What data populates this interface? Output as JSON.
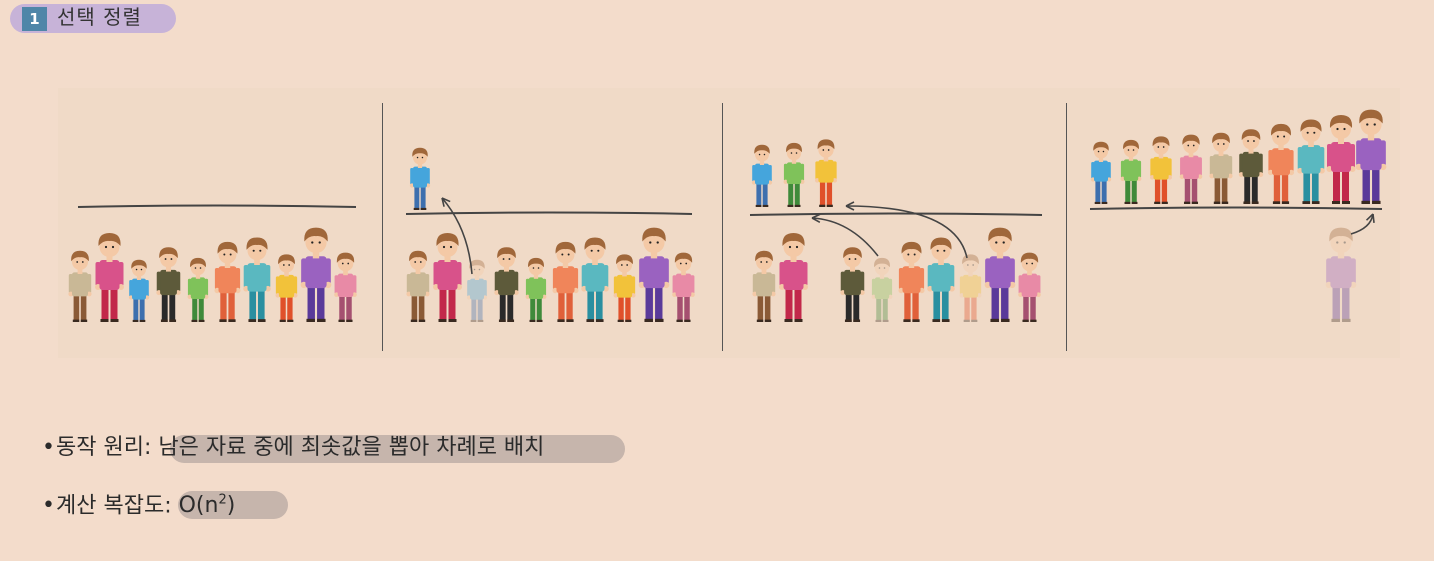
{
  "section": {
    "number": "1",
    "title": "선택 정렬"
  },
  "bullets": {
    "principle_label": "동작 원리:",
    "principle_text": "남은 자료 중에 최솟값을 뽑아 차례로 배치",
    "complexity_label": "계산 복잡도:",
    "complexity_base": "O(n",
    "complexity_exp": "2",
    "complexity_close": ")"
  },
  "colors": {
    "background": "#f3dccb",
    "tag": "#c7b3d8",
    "number_box": "#4f86a8",
    "highlight": "#c6b5ac",
    "hair": "#a0673a",
    "skin": "#f4c9a6"
  },
  "illustration": {
    "panel_count": 4,
    "people_per_panel": 10,
    "panels": [
      {
        "description_icon": "people-unsorted-icon"
      },
      {
        "description_icon": "people-first-selected-icon"
      },
      {
        "description_icon": "people-three-selected-icon"
      },
      {
        "description_icon": "people-sorted-icon"
      }
    ]
  }
}
